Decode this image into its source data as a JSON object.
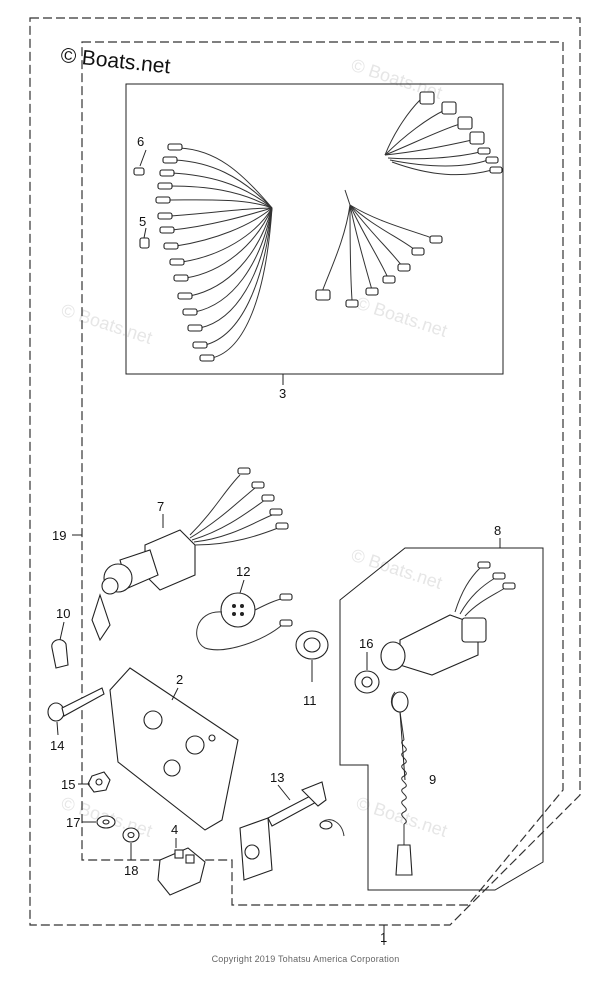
{
  "watermark": {
    "brand": "© Boats.net",
    "ghost": "© Boats.net"
  },
  "copyright": "Copyright 2019 Tohatsu America Corporation",
  "callouts": [
    {
      "id": "1",
      "label": "1"
    },
    {
      "id": "2",
      "label": "2"
    },
    {
      "id": "3",
      "label": "3"
    },
    {
      "id": "4",
      "label": "4"
    },
    {
      "id": "5",
      "label": "5"
    },
    {
      "id": "6",
      "label": "6"
    },
    {
      "id": "7",
      "label": "7"
    },
    {
      "id": "8",
      "label": "8"
    },
    {
      "id": "9",
      "label": "9"
    },
    {
      "id": "10",
      "label": "10"
    },
    {
      "id": "11",
      "label": "11"
    },
    {
      "id": "12",
      "label": "12"
    },
    {
      "id": "13",
      "label": "13"
    },
    {
      "id": "14",
      "label": "14"
    },
    {
      "id": "15",
      "label": "15"
    },
    {
      "id": "16",
      "label": "16"
    },
    {
      "id": "17",
      "label": "17"
    },
    {
      "id": "18",
      "label": "18"
    },
    {
      "id": "19",
      "label": "19"
    }
  ]
}
